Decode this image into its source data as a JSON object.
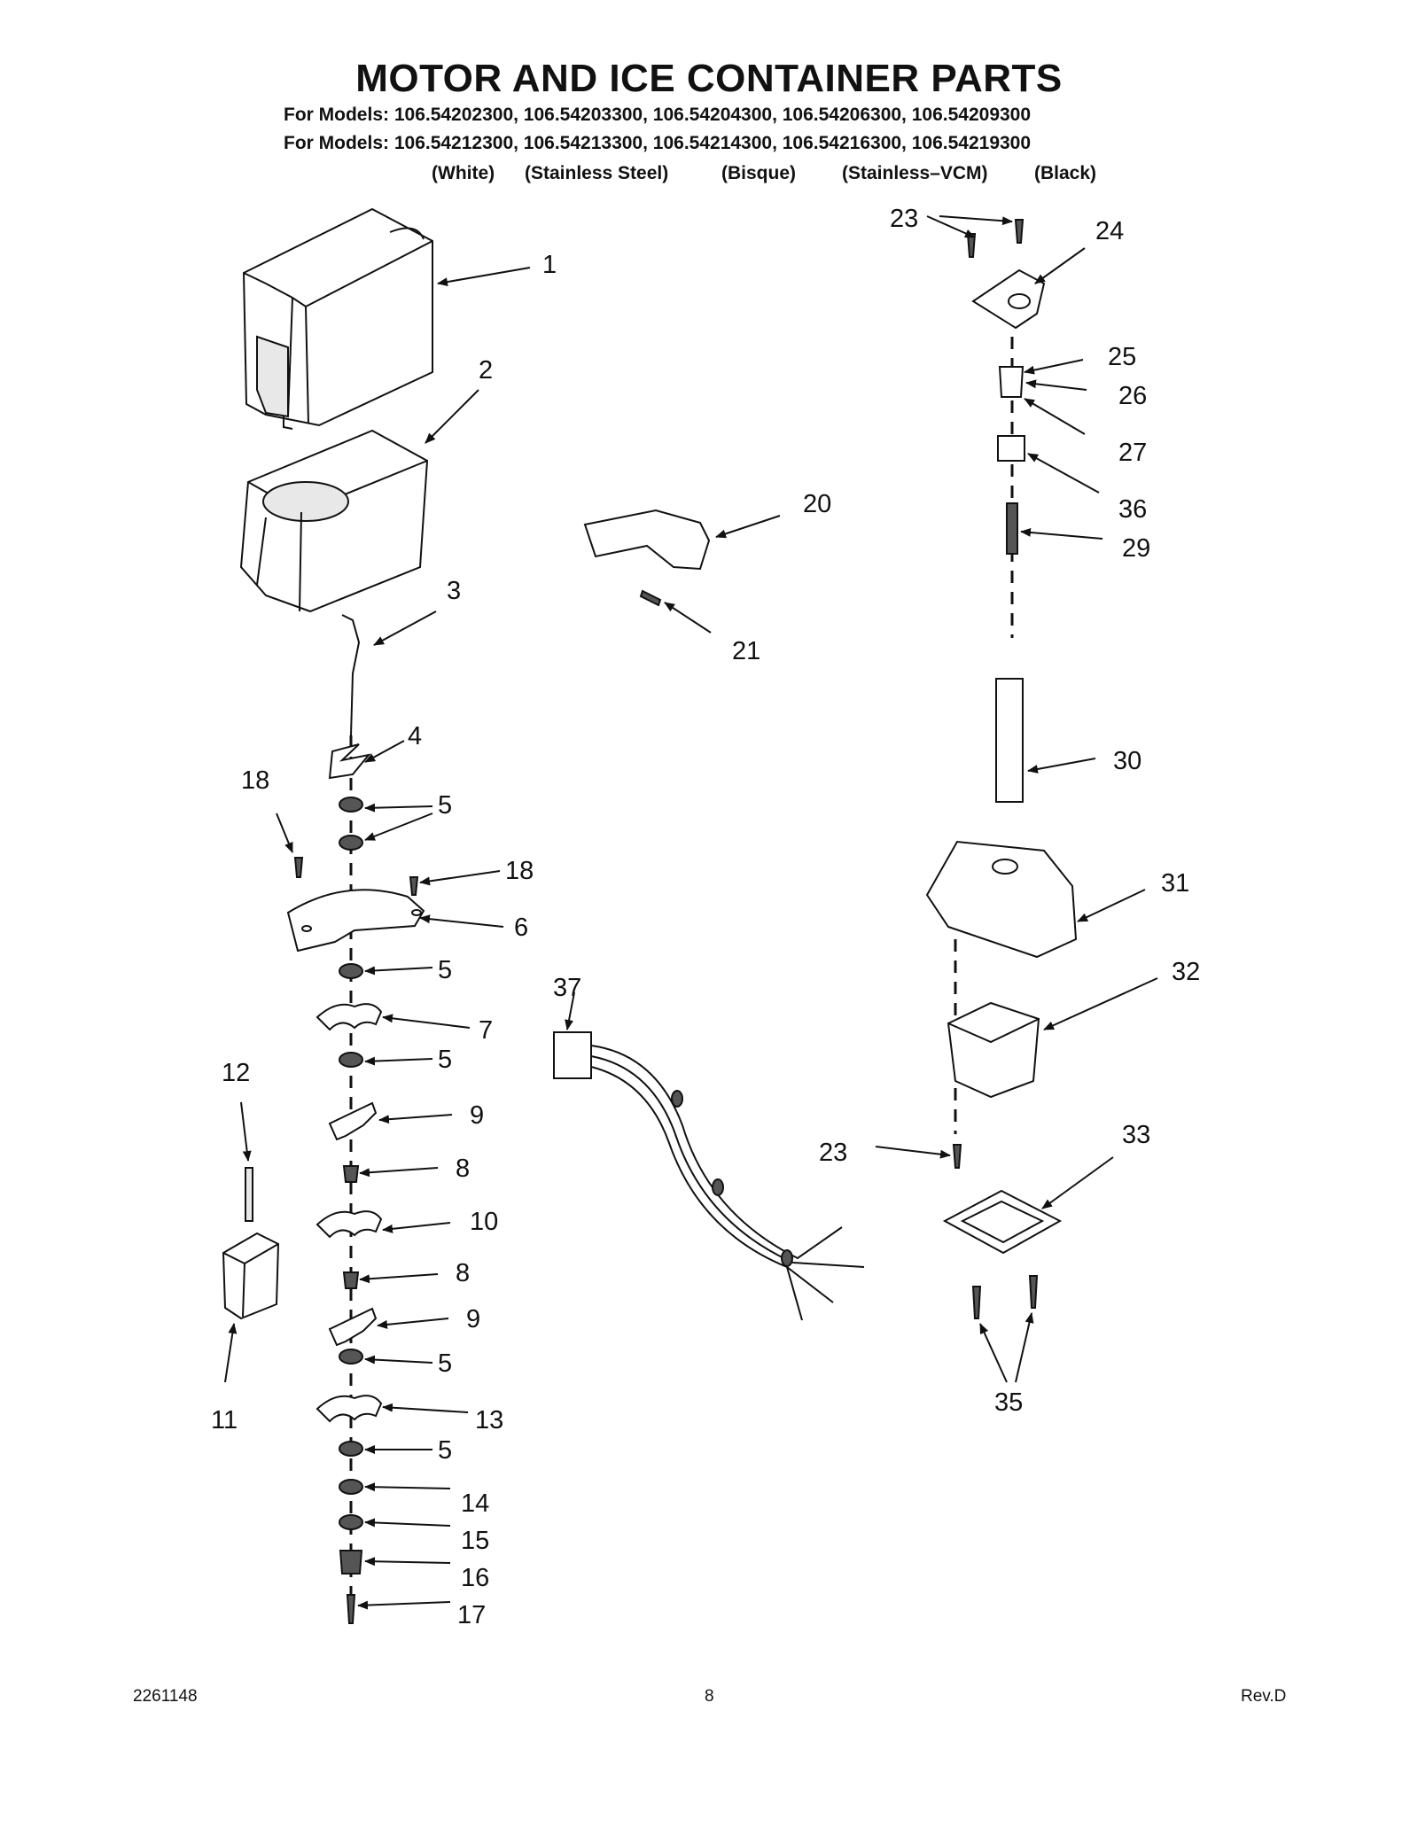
{
  "header": {
    "title": "MOTOR AND ICE CONTAINER PARTS",
    "models_line_1": "For Models: 106.54202300, 106.54203300, 106.54204300, 106.54206300, 106.54209300",
    "models_line_2": "For Models: 106.54212300, 106.54213300, 106.54214300, 106.54216300, 106.54219300",
    "colors": [
      "(White)",
      "(Stainless Steel)",
      "(Bisque)",
      "(Stainless–VCM)",
      "(Black)"
    ]
  },
  "callouts": [
    "1",
    "2",
    "3",
    "4",
    "5",
    "5",
    "18",
    "18",
    "6",
    "5",
    "7",
    "5",
    "9",
    "8",
    "10",
    "8",
    "9",
    "5",
    "13",
    "5",
    "14",
    "15",
    "16",
    "17",
    "12",
    "11",
    "20",
    "21",
    "37",
    "23",
    "24",
    "25",
    "26",
    "27",
    "36",
    "29",
    "30",
    "31",
    "32",
    "23",
    "33",
    "35"
  ],
  "footer": {
    "doc_number": "2261148",
    "page_number": "8",
    "revision": "Rev.D"
  }
}
